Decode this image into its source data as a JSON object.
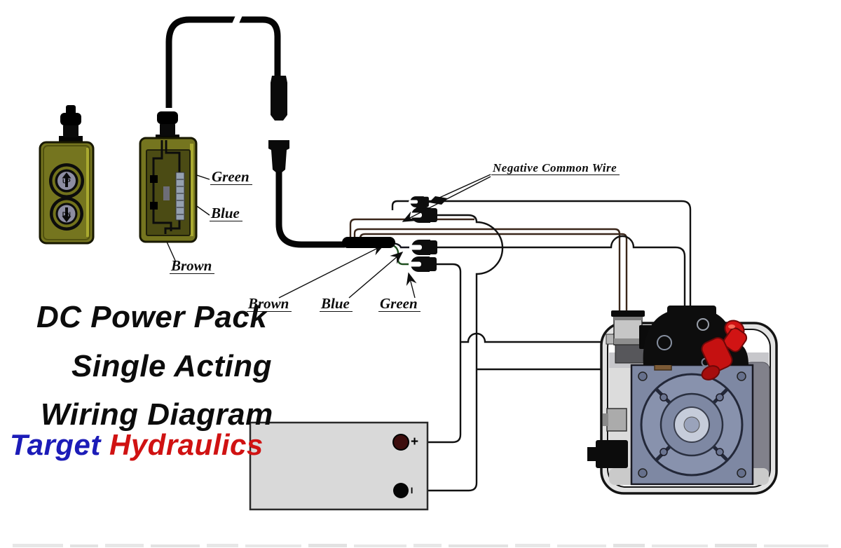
{
  "diagram": {
    "title_lines": [
      "DC Power Pack",
      "Single Acting",
      "Wiring Diagram"
    ],
    "brand": {
      "first": "Target",
      "second": "Hydraulics"
    },
    "pendant": {
      "up_button": "UP",
      "down_button": "DN"
    },
    "control_box_wire_labels": {
      "green": "Green",
      "blue": "Blue",
      "brown": "Brown"
    },
    "cable_wire_labels": {
      "brown": "Brown",
      "blue": "Blue",
      "green": "Green"
    },
    "negative_common_label": "Negative Common Wire",
    "battery": {
      "plus_symbol": "+",
      "minus_symbol": "−"
    },
    "colors": {
      "pendant_olive": "#75751f",
      "box_interior_olive": "#4b4b14",
      "wire_green": "#1f4f1f",
      "wire_brown": "#3a261a",
      "brand_blue": "#1c1cb8",
      "brand_red": "#d01212",
      "fitting_red": "#d11414",
      "motor_blue_gray": "#7e88a3",
      "battery_gray": "#d9d9d9",
      "battery_plus_terminal": "#3d0d0d",
      "wire_black": "#111111"
    }
  }
}
